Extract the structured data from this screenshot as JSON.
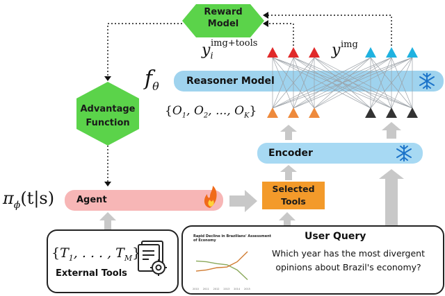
{
  "reward": {
    "label_line1": "Reward",
    "label_line2": "Model"
  },
  "advantage": {
    "label_line1": "Advantage",
    "label_line2": "Function"
  },
  "reasoner": {
    "label": "Reasoner Model",
    "symbol": "f",
    "subscript": "θ"
  },
  "encoder": {
    "label": "Encoder"
  },
  "agent": {
    "label": "Agent",
    "symbol": "π",
    "sub": "ϕ",
    "arg": "(t|s)"
  },
  "selected_tools": {
    "line1": "Selected",
    "line2": "Tools"
  },
  "outputs_left": {
    "var": "y",
    "sub": "i",
    "sup": "img+tools"
  },
  "outputs_right": {
    "var": "y",
    "sup": "img"
  },
  "observations": {
    "label": "{O",
    "parts": [
      "1",
      "2",
      "K"
    ]
  },
  "external_tools": {
    "set_label": "{T",
    "sub1": "1",
    "dots": ", . . . , T",
    "subM": "M",
    "close": "}",
    "label": "External Tools"
  },
  "user_query": {
    "title": "User Query",
    "question_line1": "Which year has the most divergent",
    "question_line2": "opinions about Brazil's economy?"
  },
  "chart_thumb": {
    "title": "Rapid Decline in Brazilians' Assessment",
    "title2": "of Economy",
    "x": [
      2010,
      2011,
      2012,
      2013,
      2014,
      2015
    ],
    "series": [
      {
        "values": [
          62,
          60,
          55,
          52,
          38,
          12
        ],
        "color": "#8aa85a"
      },
      {
        "values": [
          35,
          38,
          44,
          46,
          60,
          87
        ],
        "color": "#d07a2f"
      }
    ]
  },
  "colors": {
    "hex_green": "#5bd34a",
    "reasoner_blue": "#9fd3ee",
    "encoder_blue": "#a7d9f3",
    "agent_pink": "#f7b6b6",
    "tools_orange": "#f39a2a",
    "red": "#e02a2a",
    "cyan": "#1fb2e0",
    "orange": "#ee8a3c",
    "dark": "#333333",
    "arrow_gray": "#c8c8c8"
  },
  "icons": [
    "snowflake-icon",
    "flame-icon",
    "document-gear-icon"
  ]
}
